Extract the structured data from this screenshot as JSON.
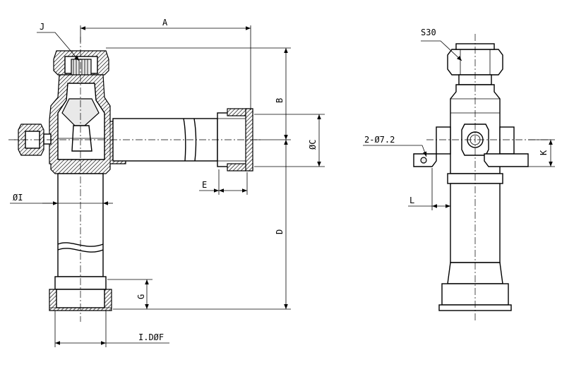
{
  "labels": {
    "A": "A",
    "B": "B",
    "C": "ØC",
    "D": "D",
    "E": "E",
    "G": "G",
    "I": "ØI",
    "J": "J",
    "F": "I.DØF",
    "S": "S30",
    "H": "2-Ø7.2",
    "K": "K",
    "L": "L"
  }
}
